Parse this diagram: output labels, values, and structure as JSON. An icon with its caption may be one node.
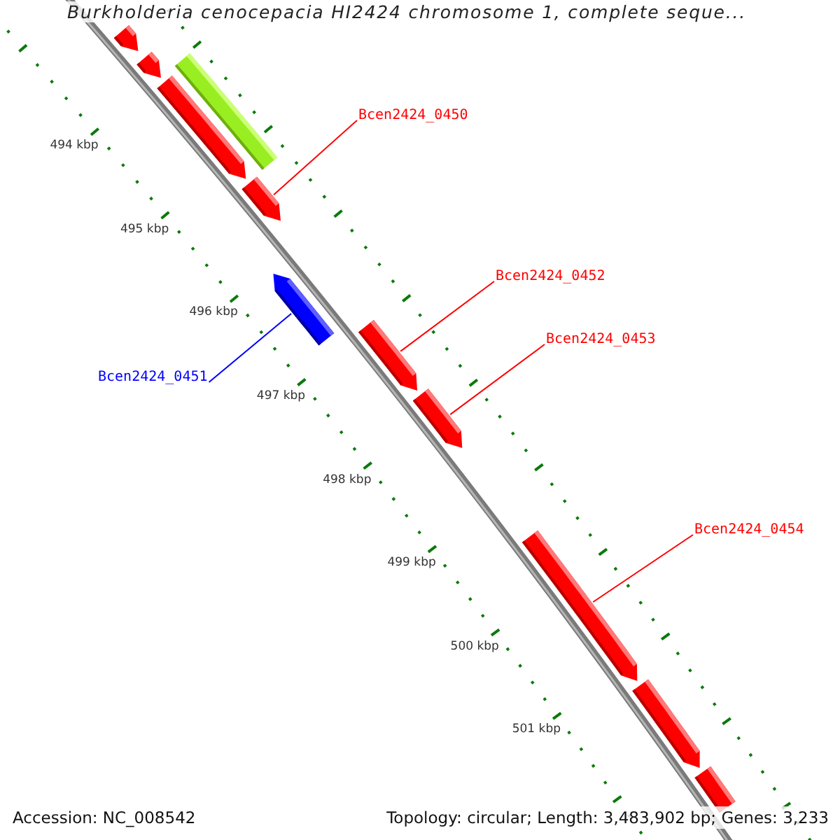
{
  "diagram": {
    "title": "Burkholderia cenocepacia HI2424 chromosome 1, complete seque...",
    "nodes": [
      {
        "text": [
          "Bcen2424_0450"
        ]
      },
      {
        "text": [
          "Bcen2424_0452"
        ]
      },
      {
        "text": [
          "Bcen2424_0453"
        ]
      },
      {
        "text": [
          "Bcen2424_0451"
        ]
      },
      {
        "text": [
          "Bcen2424_0454"
        ]
      },
      {
        "text": [],
        "shape": "bar"
      },
      {
        "text": [],
        "shape": "bar"
      },
      {
        "text": [],
        "shape": "bar"
      },
      {
        "text": [],
        "shape": "bar"
      },
      {
        "text": [],
        "shape": "bar"
      },
      {
        "text": [],
        "shape": "bar"
      },
      {
        "text": [],
        "shape": "bar"
      },
      {
        "text": [],
        "shape": "bar"
      },
      {
        "text": [],
        "shape": "bar"
      },
      {
        "text": [],
        "shape": "bar"
      },
      {
        "text": [],
        "shape": "bar"
      }
    ],
    "edges": [
      {
        "from": 0,
        "to": 9,
        "arrow": "none"
      },
      {
        "from": 1,
        "to": 11,
        "arrow": "none"
      },
      {
        "from": 2,
        "to": 12,
        "arrow": "none"
      },
      {
        "from": 3,
        "to": 10,
        "arrow": "none",
        "color": "#0000ff"
      },
      {
        "from": 4,
        "to": 13,
        "arrow": "none"
      }
    ],
    "labels": [
      "494 kbp",
      "495 kbp",
      "496 kbp",
      "497 kbp",
      "498 kbp",
      "499 kbp",
      "500 kbp",
      "501 kbp",
      "Accession: NC_008542",
      "Topology: circular; Length: 3,483,902 bp; Genes: 3,233"
    ]
  }
}
